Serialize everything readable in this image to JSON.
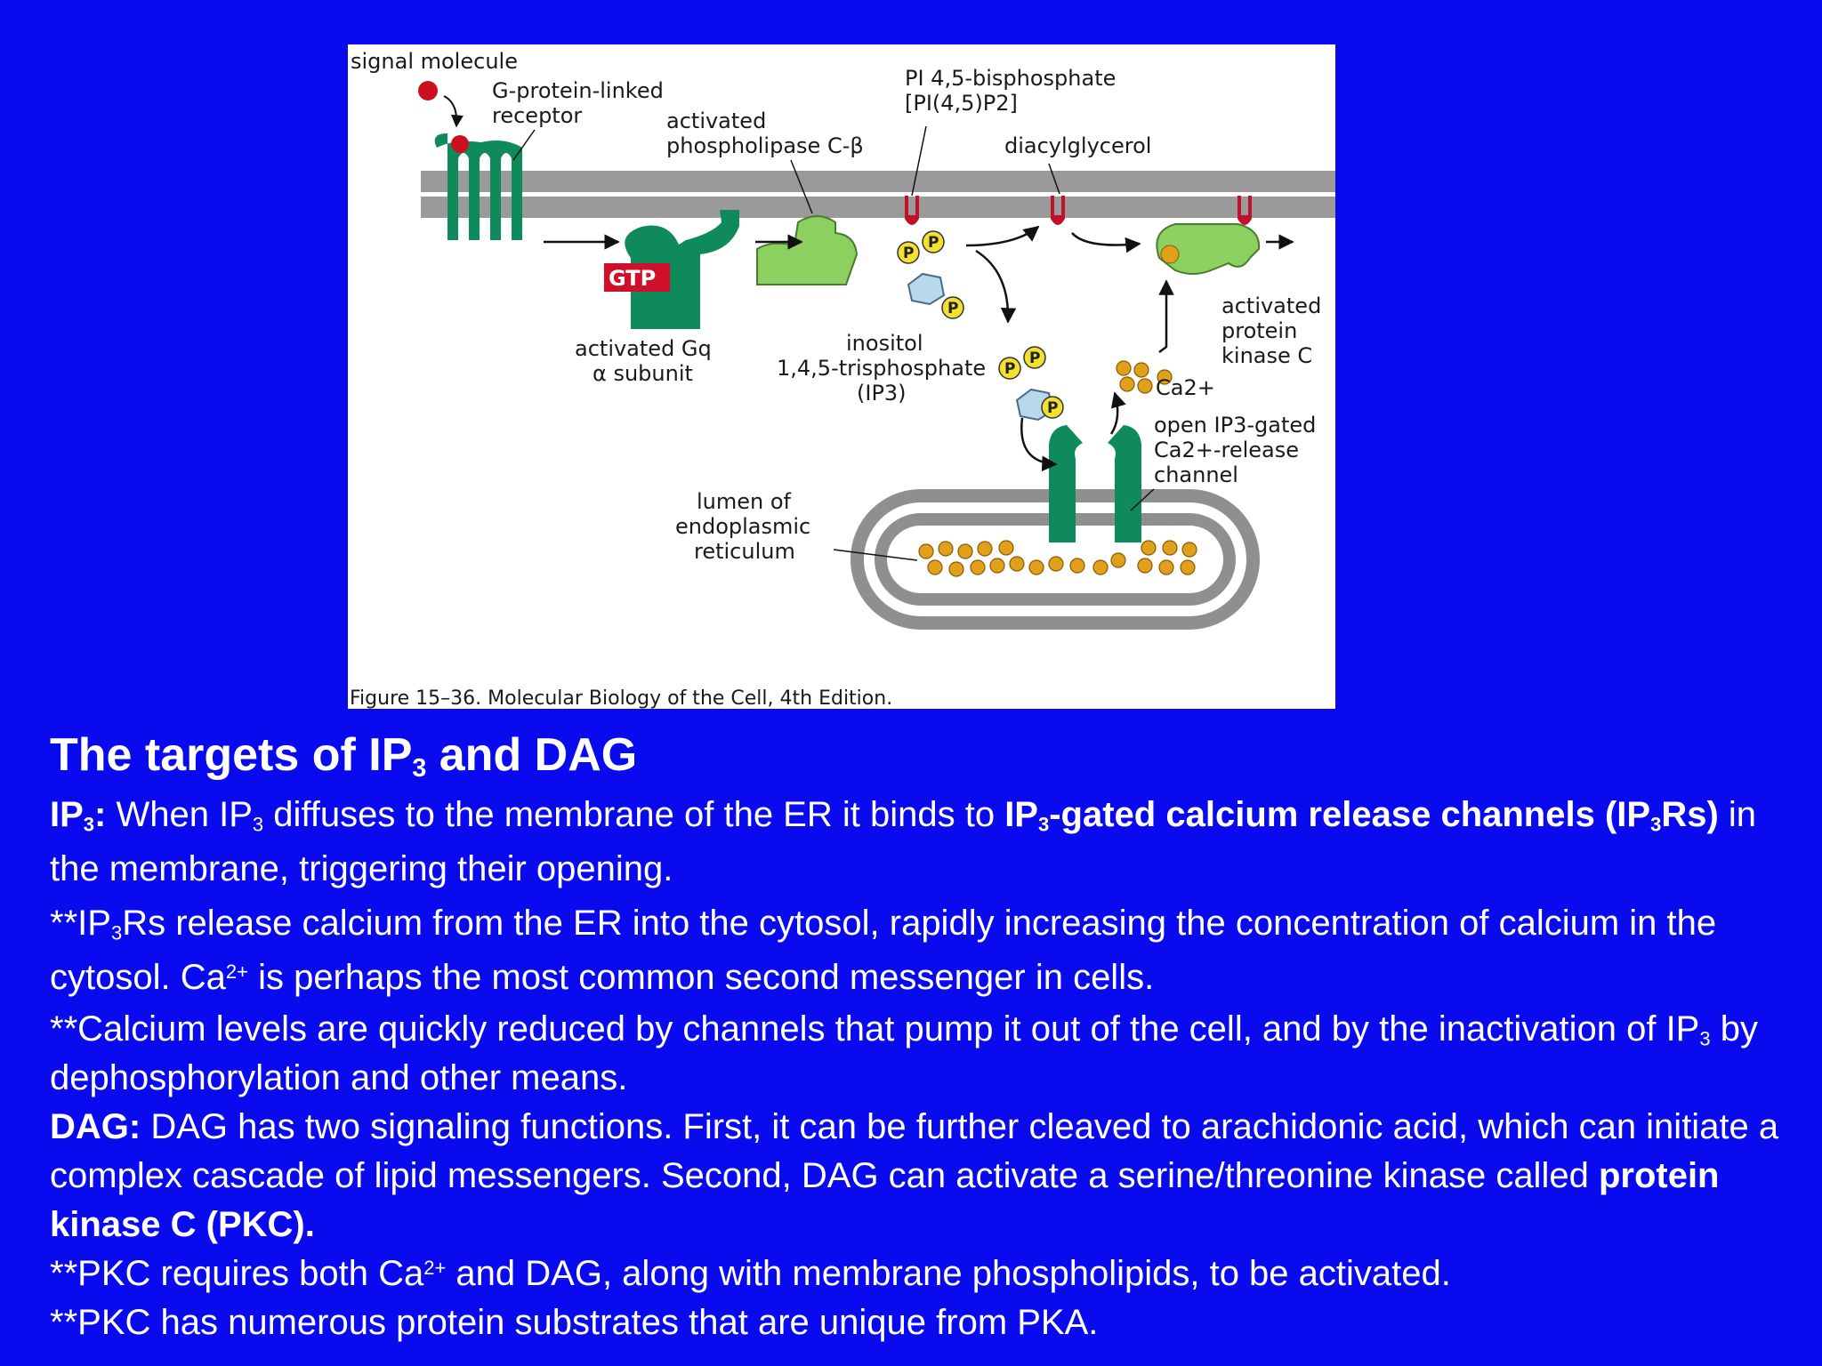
{
  "figure": {
    "labels": {
      "signal_molecule": "signal molecule",
      "receptor_line1": "G-protein-linked",
      "receptor_line2": "receptor",
      "plc_line1": "activated",
      "plc_line2": "phospholipase C-β",
      "pip2_line1": "PI 4,5-bisphosphate",
      "pip2_line2": "[PI(4,5)P2]",
      "dag": "diacylglycerol",
      "gtp": "GTP",
      "gq_line1": "activated Gq",
      "gq_line2": "α subunit",
      "ip3_line1": "inositol",
      "ip3_line2": "1,4,5-trisphosphate",
      "ip3_line3": "(IP3)",
      "pkc_line1": "activated",
      "pkc_line2": "protein",
      "pkc_line3": "kinase C",
      "ca": "Ca2+",
      "channel_line1": "open IP3-gated",
      "channel_line2": "Ca2+-release",
      "channel_line3": "channel",
      "er_line1": "lumen of",
      "er_line2": "endoplasmic",
      "er_line3": "reticulum",
      "phosphate": "P"
    },
    "caption": "Figure 15–36. Molecular Biology of the Cell, 4th Edition."
  },
  "heading": {
    "pre": "The targets of IP",
    "sub": "3",
    "post": " and DAG"
  },
  "p1": {
    "lead": "IP",
    "lead_sub": "3",
    "lead_colon": ":",
    "t1": "  When IP",
    "t1_sub": "3",
    "t2": " diffuses to the membrane of the ER it binds to ",
    "b1": "IP",
    "b1_sub": "3",
    "b2": "-gated calcium release channels (IP",
    "b2_sub": "3",
    "b3": "Rs)",
    "t3": " in the membrane, triggering their opening."
  },
  "p2": {
    "t1": "**IP",
    "t1_sub": "3",
    "t2": "Rs release calcium from the ER into the cytosol, rapidly increasing the concentration of calcium in the cytosol.  Ca",
    "t2_sup": "2+",
    "t3": " is perhaps the most common second messenger in cells."
  },
  "p3": {
    "t1": "**Calcium levels are quickly reduced by channels that pump it out of the cell, and by the inactivation of IP",
    "t1_sub": "3",
    "t2": " by dephosphorylation and other means."
  },
  "p4": {
    "lead": "DAG:",
    "t1": "  DAG has two signaling functions.  First, it can be further cleaved to arachidonic acid, which can initiate a complex cascade of lipid messengers.  Second, DAG can activate a serine/threonine kinase called ",
    "b1": "protein kinase C (PKC)."
  },
  "p5": {
    "t1": "**PKC requires both Ca",
    "t1_sup": "2+",
    "t2": " and DAG, along with membrane phospholipids, to be activated."
  },
  "p6": {
    "t1": "**PKC has numerous protein substrates that are unique from PKA."
  }
}
